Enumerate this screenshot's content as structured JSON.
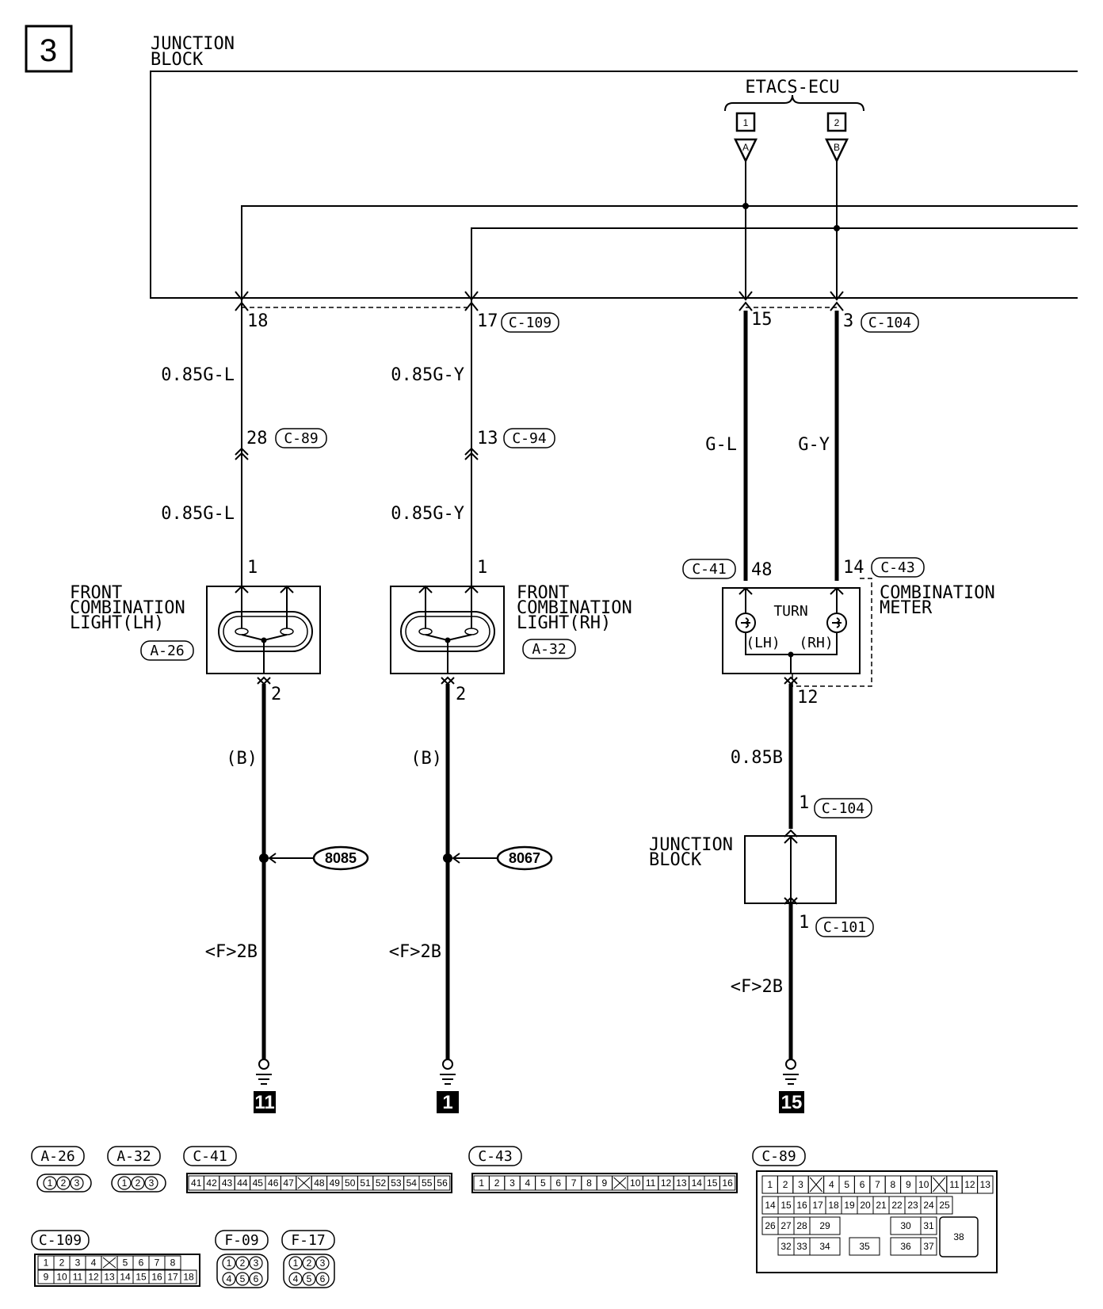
{
  "page_number": "3",
  "junction_block_top": [
    "JUNCTION",
    "BLOCK"
  ],
  "ecu": {
    "name": "ETACS-ECU",
    "terminal_1": "1",
    "terminal_2": "2",
    "label_a": "A",
    "label_b": "B"
  },
  "wires": {
    "lh": {
      "pin_top": "18",
      "color_upper": "0.85G-L",
      "pin_mid": "28",
      "conn_mid": "C-89",
      "color_lower": "0.85G-L",
      "pin_light": "1",
      "pin_light_out": "2",
      "ground_wire": "(B)",
      "splice": "8085",
      "ground_lead": "<F>2B",
      "ground_no": "11"
    },
    "rh": {
      "pin_top": "17",
      "conn_top": "C-109",
      "color_upper": "0.85G-Y",
      "pin_mid": "13",
      "conn_mid": "C-94",
      "color_lower": "0.85G-Y",
      "pin_light": "1",
      "pin_light_out": "2",
      "ground_wire": "(B)",
      "splice": "8067",
      "ground_lead": "<F>2B",
      "ground_no": "1"
    },
    "meter": {
      "pin_left_top": "15",
      "pin_right_top": "3",
      "conn_top": "C-104",
      "color_left": "G-L",
      "color_right": "G-Y",
      "conn_left": "C-41",
      "pin_left": "48",
      "pin_right": "14",
      "conn_right": "C-43",
      "pin_out": "12",
      "color_out": "0.85B",
      "jb_in_pin": "1",
      "jb_in_conn": "C-104",
      "jb_out_pin": "1",
      "jb_out_conn": "C-101",
      "ground_lead": "<F>2B",
      "ground_no": "15"
    }
  },
  "components": {
    "light_lh": [
      "FRONT",
      "COMBINATION",
      "LIGHT(LH)"
    ],
    "light_lh_conn": "A-26",
    "light_rh": [
      "FRONT",
      "COMBINATION",
      "LIGHT(RH)"
    ],
    "light_rh_conn": "A-32",
    "meter": [
      "COMBINATION",
      "METER"
    ],
    "meter_turn": "TURN",
    "meter_lh": "(LH)",
    "meter_rh": "(RH)",
    "junction_block_bottom": [
      "JUNCTION",
      "BLOCK"
    ]
  },
  "connectors": {
    "a26": {
      "label": "A-26",
      "pins": [
        "1",
        "2",
        "3"
      ]
    },
    "a32": {
      "label": "A-32",
      "pins": [
        "1",
        "2",
        "3"
      ]
    },
    "c41": {
      "label": "C-41",
      "pins": [
        "41",
        "42",
        "43",
        "44",
        "45",
        "46",
        "47",
        "",
        "48",
        "49",
        "50",
        "51",
        "52",
        "53",
        "54",
        "55",
        "56"
      ]
    },
    "c43": {
      "label": "C-43",
      "pins": [
        "1",
        "2",
        "3",
        "4",
        "5",
        "6",
        "7",
        "8",
        "9",
        "",
        "10",
        "11",
        "12",
        "13",
        "14",
        "15",
        "16"
      ]
    },
    "c89": {
      "label": "C-89",
      "row1": [
        "1",
        "2",
        "3",
        "",
        "4",
        "5",
        "6",
        "7",
        "8",
        "9",
        "10",
        "",
        "11",
        "12",
        "13"
      ],
      "row2": [
        "14",
        "15",
        "16",
        "17",
        "18",
        "19",
        "20",
        "21",
        "22",
        "23",
        "24",
        "25"
      ],
      "row3": [
        "26",
        "27",
        "28",
        "29",
        "30",
        "31",
        "38"
      ],
      "row4": [
        "32",
        "33",
        "34",
        "35",
        "36",
        "37"
      ]
    },
    "c109": {
      "label": "C-109",
      "row1": [
        "1",
        "2",
        "3",
        "4",
        "",
        "5",
        "6",
        "7",
        "8"
      ],
      "row2": [
        "9",
        "10",
        "11",
        "12",
        "13",
        "14",
        "15",
        "16",
        "17",
        "18"
      ]
    },
    "f09": {
      "label": "F-09",
      "row1": [
        "1",
        "2",
        "3"
      ],
      "row2": [
        "4",
        "5",
        "6"
      ]
    },
    "f17": {
      "label": "F-17",
      "row1": [
        "1",
        "2",
        "3"
      ],
      "row2": [
        "4",
        "5",
        "6"
      ]
    }
  }
}
